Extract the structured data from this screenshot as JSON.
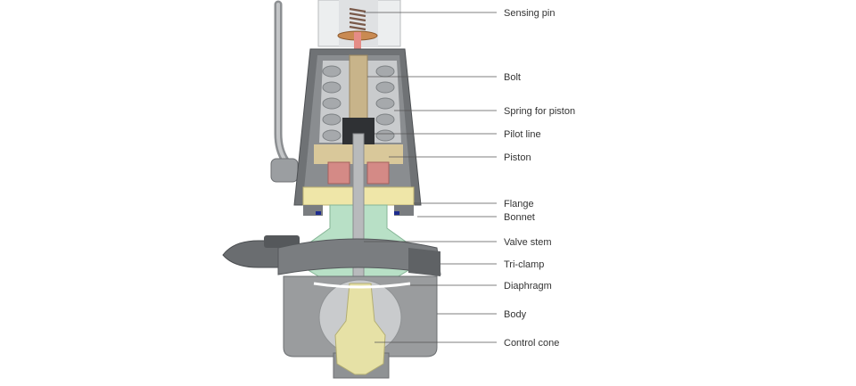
{
  "diagram": {
    "labels": [
      {
        "id": "sensing-pin",
        "text": "Sensing pin"
      },
      {
        "id": "bolt",
        "text": "Bolt"
      },
      {
        "id": "spring-for-piston",
        "text": "Spring for piston"
      },
      {
        "id": "pilot-line",
        "text": "Pilot line"
      },
      {
        "id": "piston",
        "text": "Piston"
      },
      {
        "id": "flange",
        "text": "Flange"
      },
      {
        "id": "bonnet",
        "text": "Bonnet"
      },
      {
        "id": "valve-stem",
        "text": "Valve stem"
      },
      {
        "id": "tri-clamp",
        "text": "Tri-clamp"
      },
      {
        "id": "diaphragm",
        "text": "Diaphragm"
      },
      {
        "id": "body",
        "text": "Body"
      },
      {
        "id": "control-cone",
        "text": "Control cone"
      }
    ]
  },
  "colors": {
    "housing": "#6f7275",
    "housing_light": "#9a9c9e",
    "interior": "#c9cbcd",
    "bolt": "#c8b48a",
    "piston": "#d48a86",
    "flange": "#efe6a8",
    "bonnet": "#b8e0c6",
    "cone": "#e6e1a6",
    "steel": "#b8babc"
  }
}
